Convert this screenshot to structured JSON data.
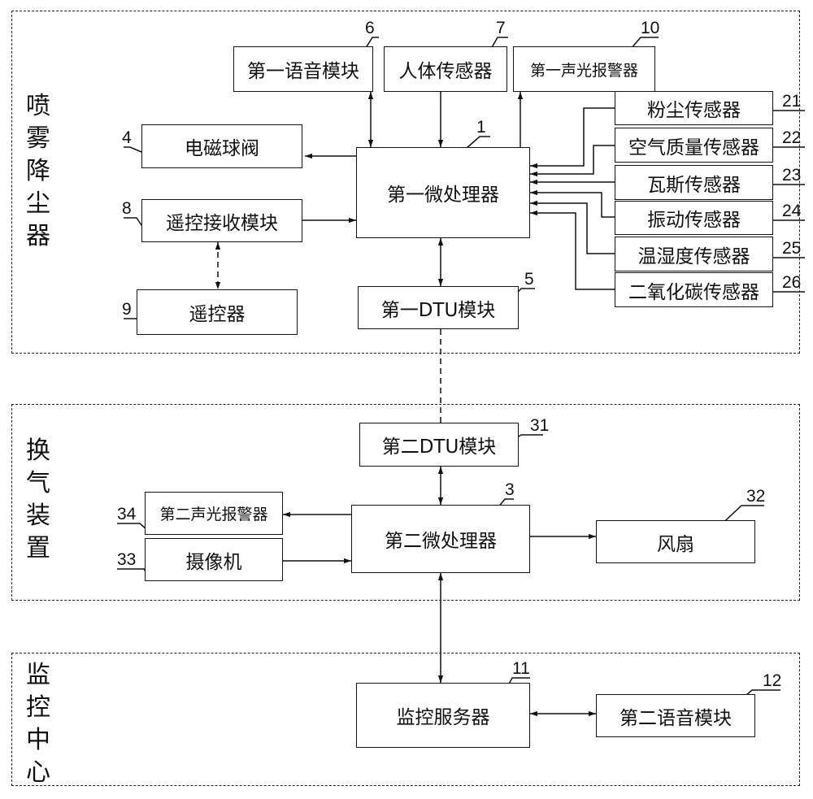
{
  "groups": {
    "spray": "喷雾降尘器",
    "ventilation": "换气装置",
    "monitor": "监控中心"
  },
  "blocks": {
    "voice1": "第一语音模块",
    "body_sensor": "人体传感器",
    "alarm1": "第一声光报警器",
    "solenoid": "电磁球阀",
    "micro1": "第一微处理器",
    "remote_rx": "遥控接收模块",
    "remote": "遥控器",
    "dtu1": "第一DTU模块",
    "dust": "粉尘传感器",
    "air": "空气质量传感器",
    "gas": "瓦斯传感器",
    "vibration": "振动传感器",
    "temp_hum": "温湿度传感器",
    "co2": "二氧化碳传感器",
    "dtu2": "第二DTU模块",
    "alarm2": "第二声光报警器",
    "micro2": "第二微处理器",
    "fan": "风扇",
    "camera": "摄像机",
    "server": "监控服务器",
    "voice2": "第二语音模块"
  },
  "refs": {
    "micro1": "1",
    "solenoid": "4",
    "dtu1": "5",
    "voice1": "6",
    "body_sensor": "7",
    "remote_rx": "8",
    "remote": "9",
    "alarm1": "10",
    "dust": "21",
    "air": "22",
    "gas": "23",
    "vibration": "24",
    "temp_hum": "25",
    "co2": "26",
    "micro2": "3",
    "dtu2": "31",
    "fan": "32",
    "camera": "33",
    "alarm2": "34",
    "server": "11",
    "voice2": "12"
  }
}
